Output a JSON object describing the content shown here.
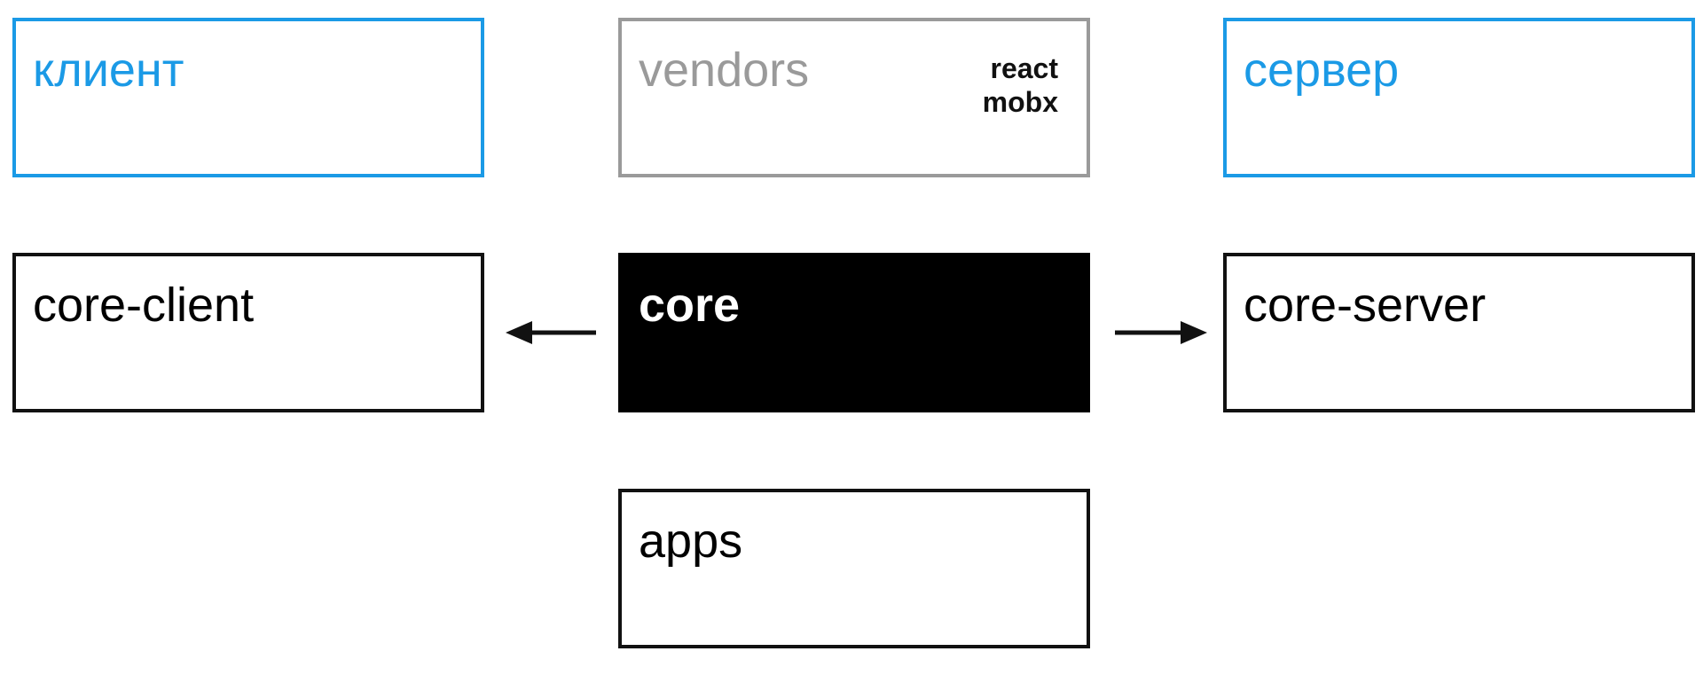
{
  "diagram": {
    "top_row": {
      "client": {
        "label": "клиент"
      },
      "vendors": {
        "label": "vendors",
        "items": [
          "react",
          "mobx"
        ]
      },
      "server": {
        "label": "сервер"
      }
    },
    "middle_row": {
      "core_client": {
        "label": "core-client"
      },
      "core": {
        "label": "core"
      },
      "core_server": {
        "label": "core-server"
      }
    },
    "bottom_row": {
      "apps": {
        "label": "apps"
      }
    },
    "colors": {
      "accent_blue": "#1b9ae6",
      "muted_gray": "#9a9a9a",
      "text_dark": "#111111",
      "core_fill": "#000000"
    },
    "arrows": [
      {
        "from": "core",
        "to": "core-client",
        "direction": "left"
      },
      {
        "from": "core",
        "to": "core-server",
        "direction": "right"
      }
    ]
  }
}
